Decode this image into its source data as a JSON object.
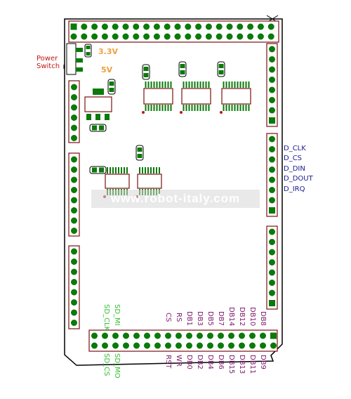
{
  "labels": {
    "power_switch_line1": "Power",
    "power_switch_line2": "Switch",
    "v33": "3.3V",
    "v5": "5V"
  },
  "touch_pins": [
    "D_CLK",
    "D_CS",
    "D_DIN",
    "D_DOUT",
    "D_IRQ"
  ],
  "bottom_header": {
    "top_row_labels": {
      "sd_mi": "SD_MI",
      "sd_clk": "SD_CLK",
      "cs": "CS",
      "rs": "RS",
      "db1": "DB1",
      "db3": "DB3",
      "db5": "DB5",
      "db7": "DB7",
      "db14": "DB14",
      "db12": "DB12",
      "db10": "DB10",
      "db8": "DB8"
    },
    "bottom_row_labels": {
      "sd_mo": "SD_MO",
      "sd_cs": "SD_CS",
      "rst": "RST",
      "wr": "WR",
      "db0": "DB0",
      "db2": "DB2",
      "db4": "DB4",
      "db6": "DB6",
      "db15": "DB15",
      "db13": "DB13",
      "db11": "DB11",
      "db9": "DB9"
    }
  },
  "watermark": "www.robot-italy.com",
  "colors": {
    "pcb_outline": "#000000",
    "header_outline": "#7a1010",
    "pad": "#0a7a0a",
    "pin_label_purple": "#7a1a6a",
    "sd_label_green": "#2ec02e",
    "touch_label_navy": "#1a1a8c",
    "voltage_orange": "#f0a040",
    "power_switch_red": "#c01818"
  }
}
